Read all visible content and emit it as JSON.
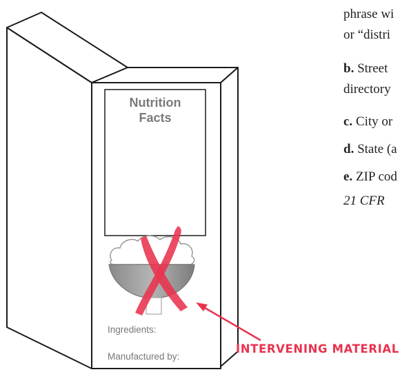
{
  "package": {
    "panel_title": "Nutrition Facts",
    "ingredients_label": "Ingredients:",
    "manufacturer_label": "Manufactured by:"
  },
  "callout": {
    "label": "INTERVENING MATERIAL",
    "color": "#e8334f"
  },
  "body_text": {
    "line1": "phrase wi",
    "line2": "or “distri",
    "item_b_letter": "b.",
    "item_b_text": " Street",
    "item_b_cont": "directory",
    "item_c_letter": "c.",
    "item_c_text": " City or",
    "item_d_letter": "d.",
    "item_d_text": " State (a",
    "item_e_letter": "e.",
    "item_e_text": " ZIP cod",
    "citation": "21 CFR"
  }
}
